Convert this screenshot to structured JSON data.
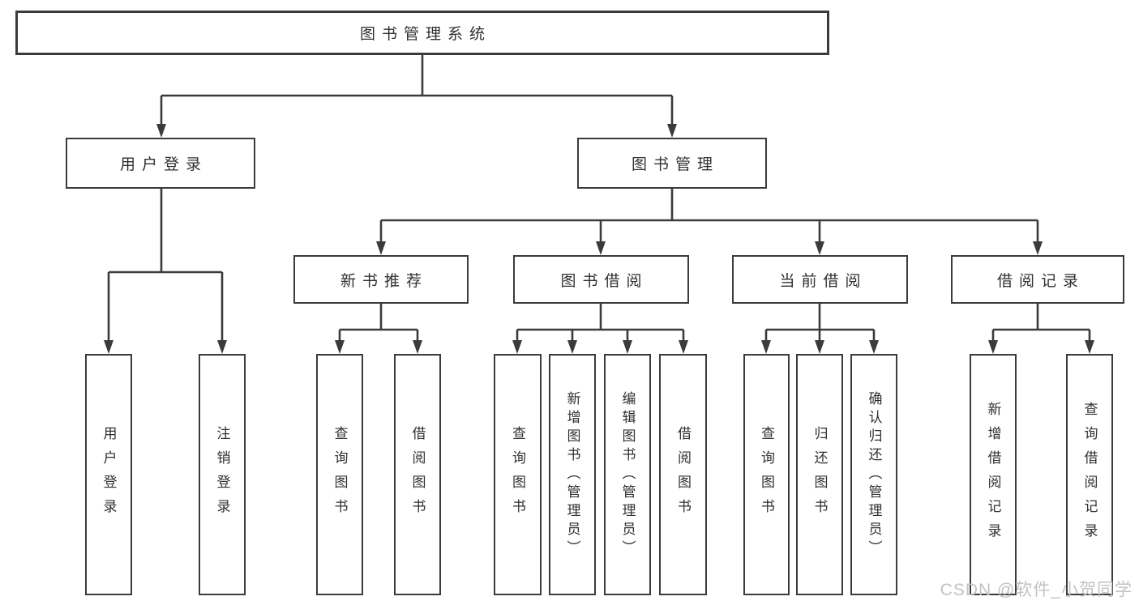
{
  "diagram": {
    "root": {
      "label": "图书管理系统"
    },
    "level2": {
      "user_login": {
        "label": "用户登录"
      },
      "book_mgmt": {
        "label": "图书管理"
      }
    },
    "level3": {
      "new_books": {
        "label": "新书推荐"
      },
      "book_borrow": {
        "label": "图书借阅"
      },
      "current_borrow": {
        "label": "当前借阅"
      },
      "borrow_records": {
        "label": "借阅记录"
      }
    },
    "leaves": {
      "user_login_leaf": {
        "label": "用户登录"
      },
      "logout": {
        "label": "注销登录"
      },
      "nb_query": {
        "label": "查询图书"
      },
      "nb_borrow": {
        "label": "借阅图书"
      },
      "bb_query": {
        "label": "查询图书"
      },
      "bb_add": {
        "label": "新增图书（管理员）"
      },
      "bb_edit": {
        "label": "编辑图书（管理员）"
      },
      "bb_borrow": {
        "label": "借阅图书"
      },
      "cb_query": {
        "label": "查询图书"
      },
      "cb_return": {
        "label": "归还图书"
      },
      "cb_confirm": {
        "label": "确认归还（管理员）"
      },
      "br_add": {
        "label": "新增借阅记录"
      },
      "br_query": {
        "label": "查询借阅记录"
      }
    }
  },
  "watermark": {
    "text": "CSDN @软件_小贺同学"
  },
  "colors": {
    "line": "#3b3b3b",
    "text": "#303030",
    "watermark": "#c2c2c2",
    "background": "#ffffff"
  }
}
